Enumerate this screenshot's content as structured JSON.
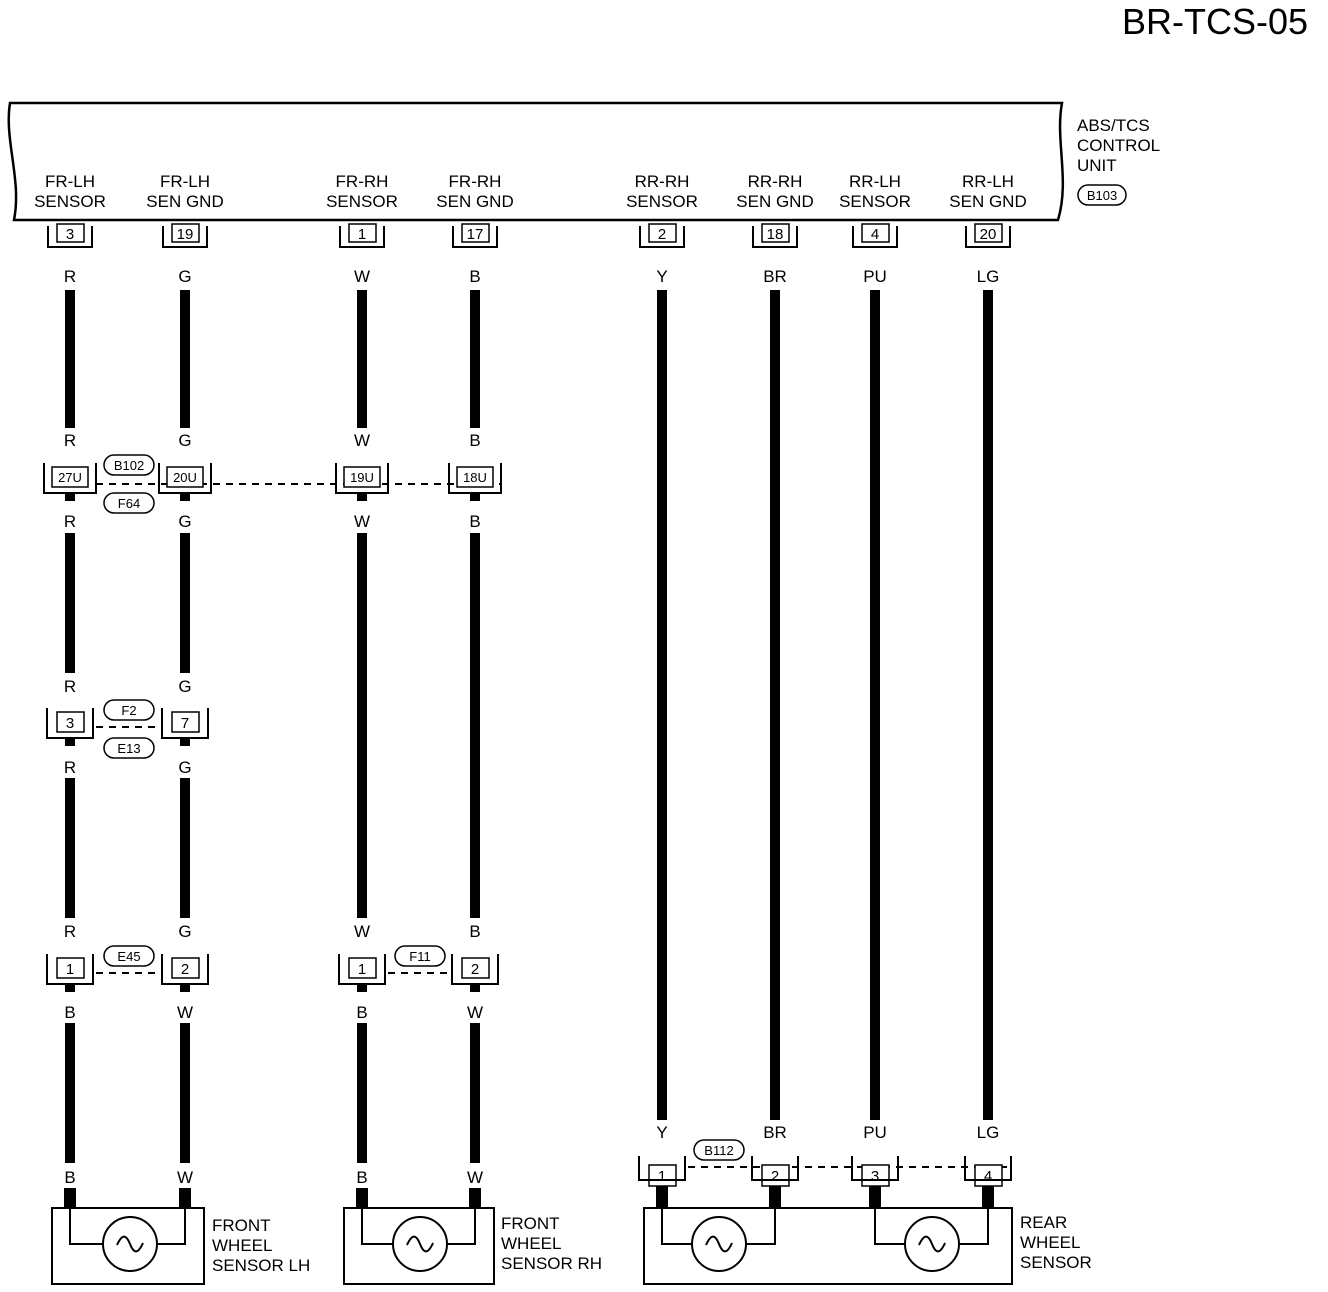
{
  "page": {
    "title": "BR-TCS-05"
  },
  "control_unit": {
    "name_lines": [
      "ABS/TCS",
      "CONTROL",
      "UNIT"
    ],
    "connector": "B103",
    "terminals": [
      {
        "id": "fr-lh-sensor",
        "name_lines": [
          "FR-LH",
          "SENSOR"
        ],
        "pin": "3",
        "color": "R"
      },
      {
        "id": "fr-lh-sen-gnd",
        "name_lines": [
          "FR-LH",
          "SEN GND"
        ],
        "pin": "19",
        "color": "G"
      },
      {
        "id": "fr-rh-sensor",
        "name_lines": [
          "FR-RH",
          "SENSOR"
        ],
        "pin": "1",
        "color": "W"
      },
      {
        "id": "fr-rh-sen-gnd",
        "name_lines": [
          "FR-RH",
          "SEN GND"
        ],
        "pin": "17",
        "color": "B"
      },
      {
        "id": "rr-rh-sensor",
        "name_lines": [
          "RR-RH",
          "SENSOR"
        ],
        "pin": "2",
        "color": "Y"
      },
      {
        "id": "rr-rh-sen-gnd",
        "name_lines": [
          "RR-RH",
          "SEN GND"
        ],
        "pin": "18",
        "color": "BR"
      },
      {
        "id": "rr-lh-sensor",
        "name_lines": [
          "RR-LH",
          "SENSOR"
        ],
        "pin": "4",
        "color": "PU"
      },
      {
        "id": "rr-lh-sen-gnd",
        "name_lines": [
          "RR-LH",
          "SEN GND"
        ],
        "pin": "20",
        "color": "LG"
      }
    ]
  },
  "connectors": {
    "b102_f64": {
      "names": [
        "B102",
        "F64"
      ],
      "pins": [
        "27U",
        "20U",
        "19U",
        "18U"
      ],
      "wire_above": [
        "R",
        "G",
        "W",
        "B"
      ],
      "wire_below": [
        "R",
        "G",
        "W",
        "B"
      ]
    },
    "f2_e13": {
      "names": [
        "F2",
        "E13"
      ],
      "pins": [
        "3",
        "7"
      ],
      "wire_above": [
        "R",
        "G"
      ],
      "wire_below": [
        "R",
        "G"
      ]
    },
    "e45": {
      "name": "E45",
      "pins": [
        "1",
        "2"
      ],
      "wire_above": [
        "R",
        "G"
      ],
      "wire_below": [
        "B",
        "W"
      ]
    },
    "f11": {
      "name": "F11",
      "pins": [
        "1",
        "2"
      ],
      "wire_above": [
        "W",
        "B"
      ],
      "wire_below": [
        "B",
        "W"
      ]
    },
    "b112": {
      "name": "B112",
      "pins": [
        "1",
        "2",
        "3",
        "4"
      ],
      "wire_above": [
        "Y",
        "BR",
        "PU",
        "LG"
      ]
    }
  },
  "sensors": {
    "front_lh": {
      "name_lines": [
        "FRONT",
        "WHEEL",
        "SENSOR LH"
      ],
      "wire_colors": [
        "B",
        "W"
      ]
    },
    "front_rh": {
      "name_lines": [
        "FRONT",
        "WHEEL",
        "SENSOR RH"
      ],
      "wire_colors": [
        "B",
        "W"
      ]
    },
    "rear": {
      "name_lines": [
        "REAR",
        "WHEEL",
        "SENSOR"
      ]
    }
  }
}
